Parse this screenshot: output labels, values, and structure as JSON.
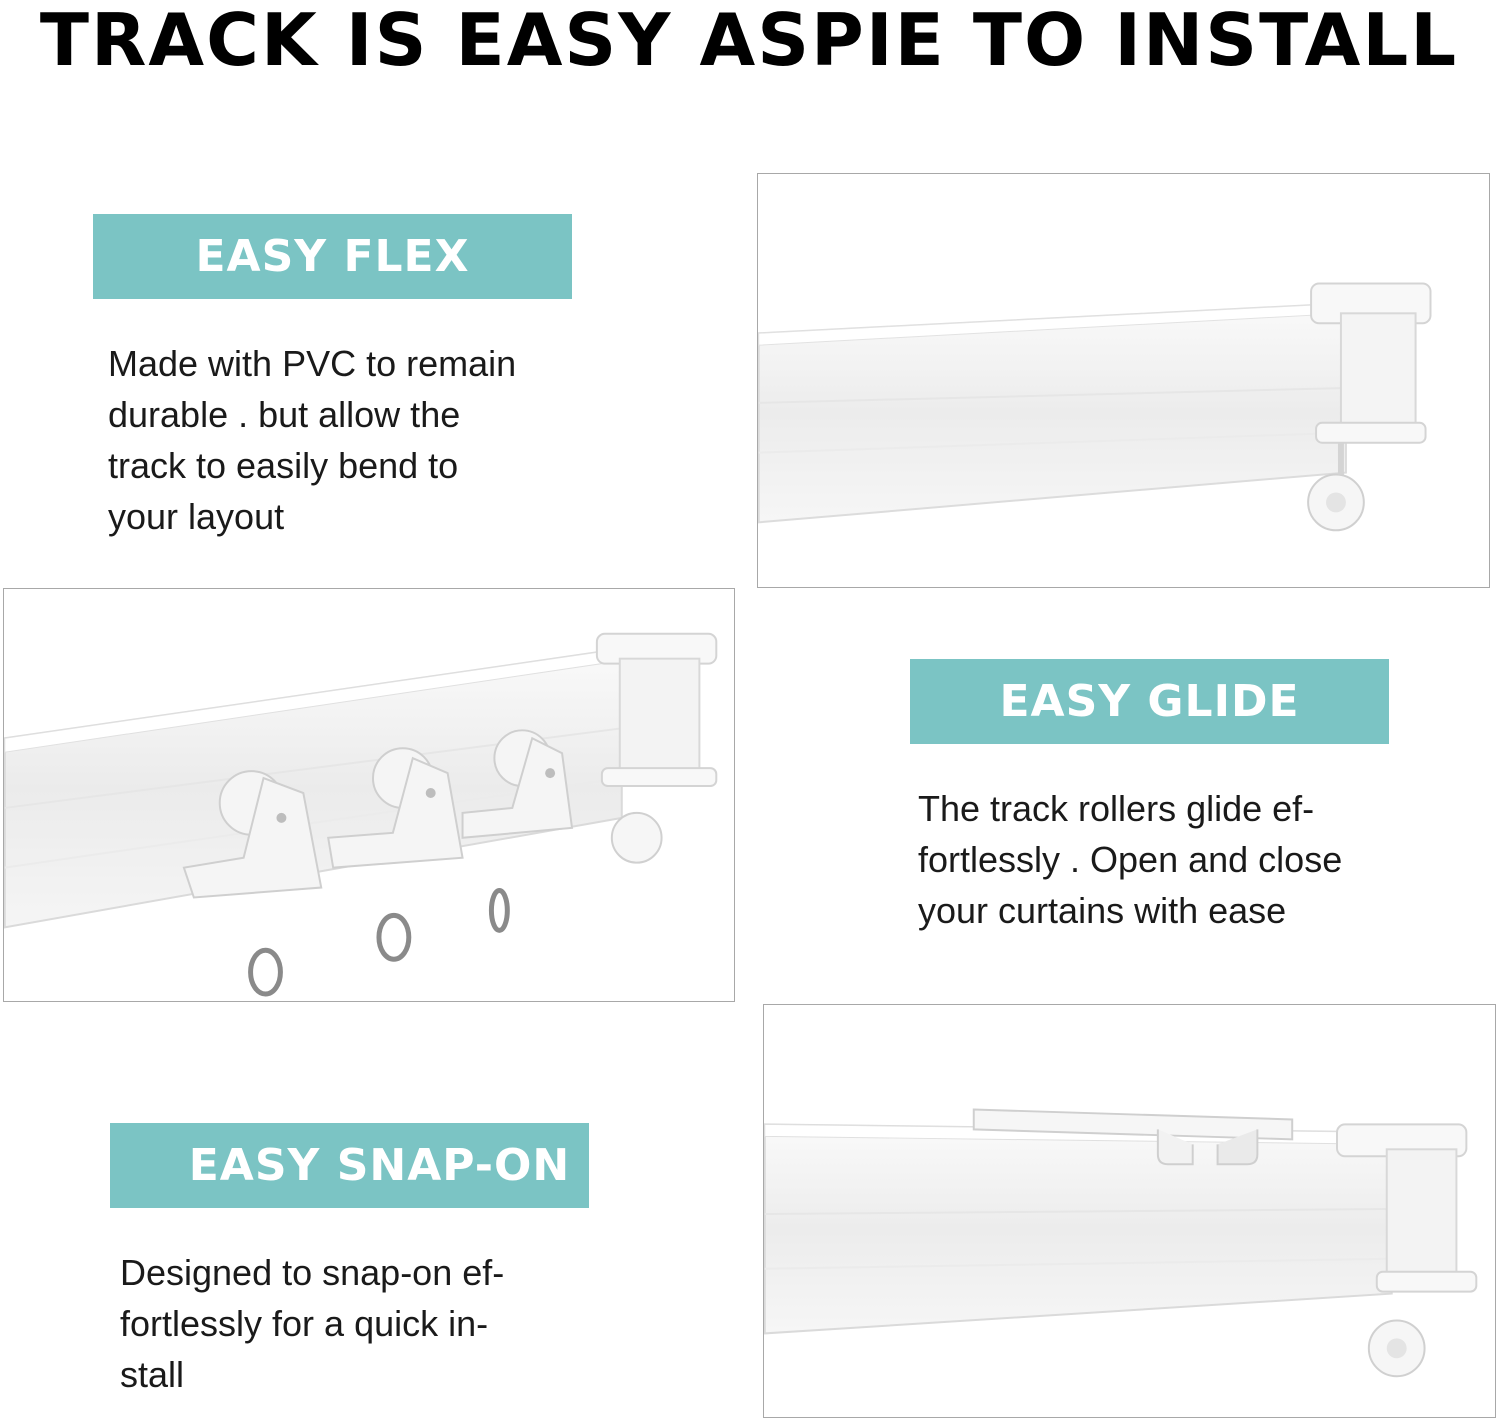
{
  "headline": "TRACK IS EASY ASPIE TO INSTALL",
  "features": [
    {
      "badge": "EASY FLEX",
      "lines": [
        "Made with PVC to remain",
        "durable . but allow the",
        "track to easily bend to",
        "your layout"
      ]
    },
    {
      "badge": "EASY GLIDE",
      "lines": [
        "The track rollers glide ef-",
        "fortlessly . Open and close",
        "your curtains with ease"
      ]
    },
    {
      "badge": "EASY SNAP-ON",
      "lines": [
        "Designed to snap-on ef-",
        "fortlessly for a quick in-",
        "stall"
      ]
    }
  ],
  "colors": {
    "badge_bg": "#7bc4c4",
    "badge_text": "#ffffff",
    "frame_border": "#a8a8a8"
  }
}
